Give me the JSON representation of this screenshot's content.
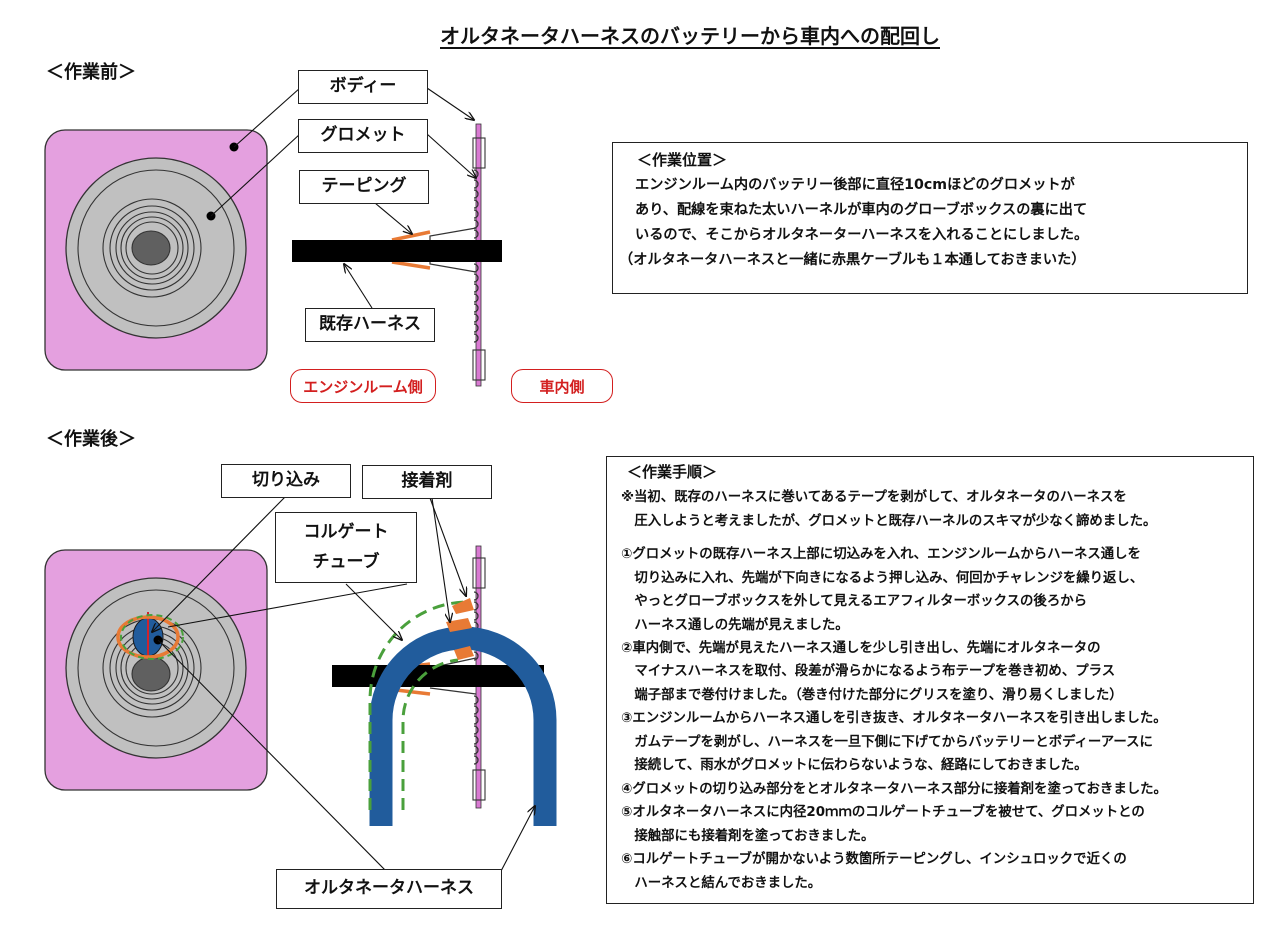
{
  "title": "オルタネータハーネスのバッテリーから車内への配回し",
  "before": {
    "section_label": "＜作業前＞",
    "labels": {
      "body": "ボディー",
      "grommet": "グロメット",
      "taping": "テーピング",
      "existing_harness": "既存ハーネス",
      "engine_side": "エンジンルーム側",
      "cabin_side": "車内側"
    },
    "position_box": {
      "heading": "＜作業位置＞",
      "lines": [
        "エンジンルーム内のバッテリー後部に直径10cmほどのグロメットが",
        "あり、配線を束ねた太いハーネルが車内のグローブボックスの裏に出て",
        "いるので、そこからオルタネーターハーネスを入れることにしました。",
        "（オルタネータハーネスと一緒に赤黒ケーブルも１本通しておきまいた）"
      ]
    }
  },
  "after": {
    "section_label": "＜作業後＞",
    "labels": {
      "cut": "切り込み",
      "adhesive": "接着剤",
      "corrugate_line1": "コルゲート",
      "corrugate_line2": "チューブ",
      "alternator_harness": "オルタネータハーネス"
    },
    "procedure_box": {
      "heading": "＜作業手順＞",
      "lines": [
        "※当初、既存のハーネスに巻いてあるテープを剥がして、オルタネータのハーネスを",
        "　圧入しようと考えましたが、グロメットと既存ハーネルのスキマが少なく諦めました。",
        "",
        "①グロメットの既存ハーネス上部に切込みを入れ、エンジンルームからハーネス通しを",
        "　切り込みに入れ、先端が下向きになるよう押し込み、何回かチャレンジを繰り返し、",
        "　やっとグローブボックスを外して見えるエアフィルターボックスの後ろから",
        "　ハーネス通しの先端が見えました。",
        "②車内側で、先端が見えたハーネス通しを少し引き出し、先端にオルタネータの",
        "　マイナスハーネスを取付、段差が滑らかになるよう布テープを巻き初め、プラス",
        "　端子部まで巻付けました。（巻き付けた部分にグリスを塗り、滑り易くしました）",
        "③エンジンルームからハーネス通しを引き抜き、オルタネータハーネスを引き出しました。",
        "　ガムテープを剥がし、ハーネスを一旦下側に下げてからバッテリーとボディーアースに",
        "　接続して、雨水がグロメットに伝わらないような、経路にしておきました。",
        "④グロメットの切り込み部分をとオルタネータハーネス部分に接着剤を塗っておきました。",
        "⑤オルタネータハーネスに内径20ｍｍのコルゲートチューブを被せて、グロメットとの",
        "　接触部にも接着剤を塗っておきました。",
        "⑥コルゲートチューブが開かないよう数箇所テーピングし、インシュロックで近くの",
        "　ハーネスと結んでおきました。"
      ]
    }
  },
  "colors": {
    "body_panel": "#e4a0df",
    "grommet_gray": "#c0c0c0",
    "harness_black": "#000000",
    "tape_orange": "#e87a35",
    "harness_blue": "#215c9c",
    "tube_green": "#4aa03c",
    "body_strip": "#d97ad2",
    "label_red": "#d31f1f"
  }
}
